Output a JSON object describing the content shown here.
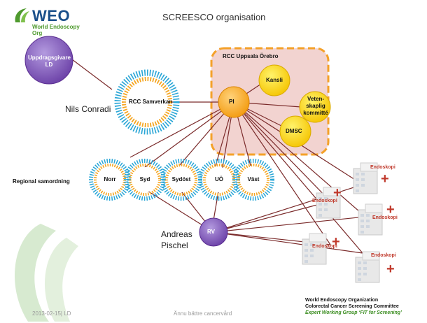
{
  "header": {
    "logo_text": "WEO",
    "logo_sub_1": "World Endoscopy",
    "logo_sub_2": "Org",
    "title": "SCREESCO organisation"
  },
  "nodes": {
    "uppdragsgivare": "Uppdragsgivare LD",
    "rcc_samverkan": "RCC Samverkan",
    "rcc_box": "RCC Uppsala Örebro",
    "pi": "PI",
    "kansli": "Kansli",
    "vetenskaplig": [
      "Veten-",
      "skaplig",
      "kommitté"
    ],
    "dmsc": "DMSC",
    "rv": "RV"
  },
  "regional": {
    "label": "Regional samordning",
    "regions": [
      "Norr",
      "Syd",
      "Sydöst",
      "UÖ",
      "Väst"
    ]
  },
  "people": {
    "nils": "Nils Conradi",
    "andreas_1": "Andreas",
    "andreas_2": "Pischel"
  },
  "endoskopi": {
    "label": "Endoskopi"
  },
  "footer": {
    "date": "2013-02-15| LD",
    "tagline": "Ännu bättre cancervård",
    "org_1": "World Endoscopy Organization",
    "org_2": "Colorectal Cancer Screening Committee",
    "org_3": "Expert Working Group ‘FIT for Screening’"
  },
  "colors": {
    "purple": "#7a4fb2",
    "orange": "#f5a623",
    "yellow": "#ffd21f",
    "line": "#7a2a2a",
    "dash_border": "#f4a12a",
    "box_fill": "#f2d3d0",
    "teal_spikes": "#2aa6d6"
  }
}
